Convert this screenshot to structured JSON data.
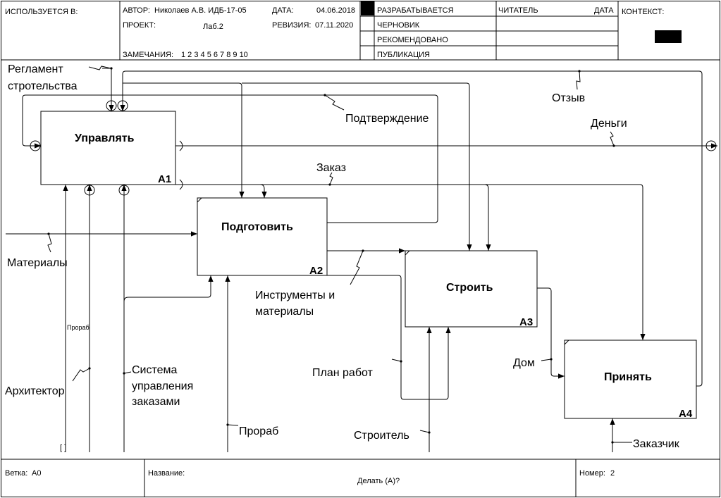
{
  "header": {
    "used_in": "ИСПОЛЬЗУЕТСЯ В:",
    "author_label": "АВТОР:",
    "author_value": "Николаев А.В. ИДБ-17-05",
    "project_label": "ПРОЕКТ:",
    "project_value": "Лаб.2",
    "date_label": "ДАТА:",
    "date_value": "04.06.2018",
    "revision_label": "РЕВИЗИЯ:",
    "revision_value": "07.11.2020",
    "notes_label": "ЗАМЕЧАНИЯ:",
    "notes_numbers": "1 2 3 4 5 6 7 8 9 10",
    "status": [
      "РАЗРАБАТЫВАЕТСЯ",
      "ЧЕРНОВИК",
      "РЕКОМЕНДОВАНО",
      "ПУБЛИКАЦИЯ"
    ],
    "reader_label": "ЧИТАТЕЛЬ",
    "reader_date_label": "ДАТА",
    "context_label": "КОНТЕКСТ:"
  },
  "boxes": [
    {
      "title": "Управлять",
      "num": "A1"
    },
    {
      "title": "Подготовить",
      "num": "A2"
    },
    {
      "title": "Строить",
      "num": "A3"
    },
    {
      "title": "Принять",
      "num": "A4"
    }
  ],
  "arrows": {
    "reglament": [
      "Регламент",
      "стротельства"
    ],
    "podtverzhdenie": "Подтверждение",
    "otzyv": "Отзыв",
    "dengi": "Деньги",
    "zakaz": "Заказ",
    "materialy": "Материалы",
    "instrumenty": [
      "Инструменты и",
      "материалы"
    ],
    "proraby_small": "Прораб",
    "arhitektor": "Архитектор",
    "sistema": [
      "Система",
      "управления",
      "заказами"
    ],
    "prorab": "Прораб",
    "plan": "План работ",
    "dom": "Дом",
    "stroitel": "Строитель",
    "zakazchik": "Заказчик",
    "tunnel": "[ ]"
  },
  "footer": {
    "node_label": "Ветка:",
    "node_value": "A0",
    "title_label": "Название:",
    "title_value": "Делать (А)?",
    "number_label": "Номер:",
    "number_value": "2"
  }
}
